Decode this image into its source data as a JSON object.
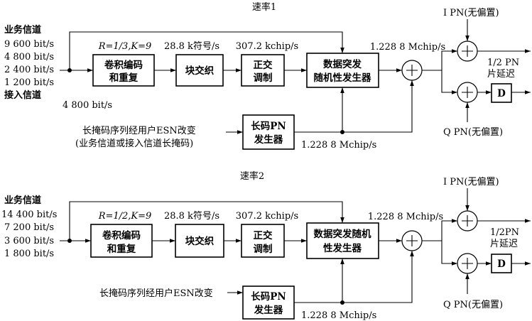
{
  "rate1": {
    "title": "速率1",
    "traffic_channel_label": "业务信道",
    "traffic_rates": [
      "9 600 bit/s",
      "4 800 bit/s",
      "2 400 bit/s",
      "1 200 bit/s"
    ],
    "access_channel_label": "接入信道",
    "access_rate": "4 800 bit/s",
    "encoder_params": "R=1/3,K=9",
    "encoder_block": [
      "卷积编码",
      "和重复"
    ],
    "symbol_rate": "28.8 k符号/s",
    "interleaver_block": "块交织",
    "chip_rate_orth": "307.2 kchip/s",
    "modulation_block": [
      "正交",
      "调制"
    ],
    "randomizer_block": [
      "数据突发",
      "随机性发生器"
    ],
    "chip_rate_out": "1.228 8 Mchip/s",
    "mask_text": [
      "长掩码序列经用户ESN改变",
      "(业务信道或接入信道长掩码)"
    ],
    "longcode_block": [
      "长码PN",
      "发生器"
    ],
    "chip_rate_longcode": "1.228 8 Mchip/s",
    "i_pn": "I PN(无偏置)",
    "q_pn": "Q PN(无偏置)",
    "delay_text": [
      "1/2 PN",
      "片延迟"
    ],
    "delay_block": "D"
  },
  "rate2": {
    "title": "速率2",
    "traffic_channel_label": "业务信道",
    "traffic_rates": [
      "14 400 bit/s",
      "7 200 bit/s",
      "3 600 bit/s",
      "1 800 bit/s"
    ],
    "encoder_params": "R=1/2,K=9",
    "encoder_block": [
      "卷积编码",
      "和重复"
    ],
    "symbol_rate": "28.8 k符号/s",
    "interleaver_block": "块交织",
    "chip_rate_orth": "307.2 kchip/s",
    "modulation_block": [
      "正交",
      "调制"
    ],
    "randomizer_block": [
      "数据突发随机",
      "性发生器"
    ],
    "chip_rate_out": "1.228 8 Mchip/s",
    "mask_text": [
      "长掩码序列经用户ESN改变"
    ],
    "longcode_block": [
      "长码PN",
      "发生器"
    ],
    "chip_rate_longcode": "1.228 8 Mchip/s",
    "i_pn": "I PN(无偏置)",
    "q_pn": "Q PN(无偏置)",
    "delay_text": [
      "1/2PN",
      "片延迟"
    ],
    "delay_block": "D"
  }
}
